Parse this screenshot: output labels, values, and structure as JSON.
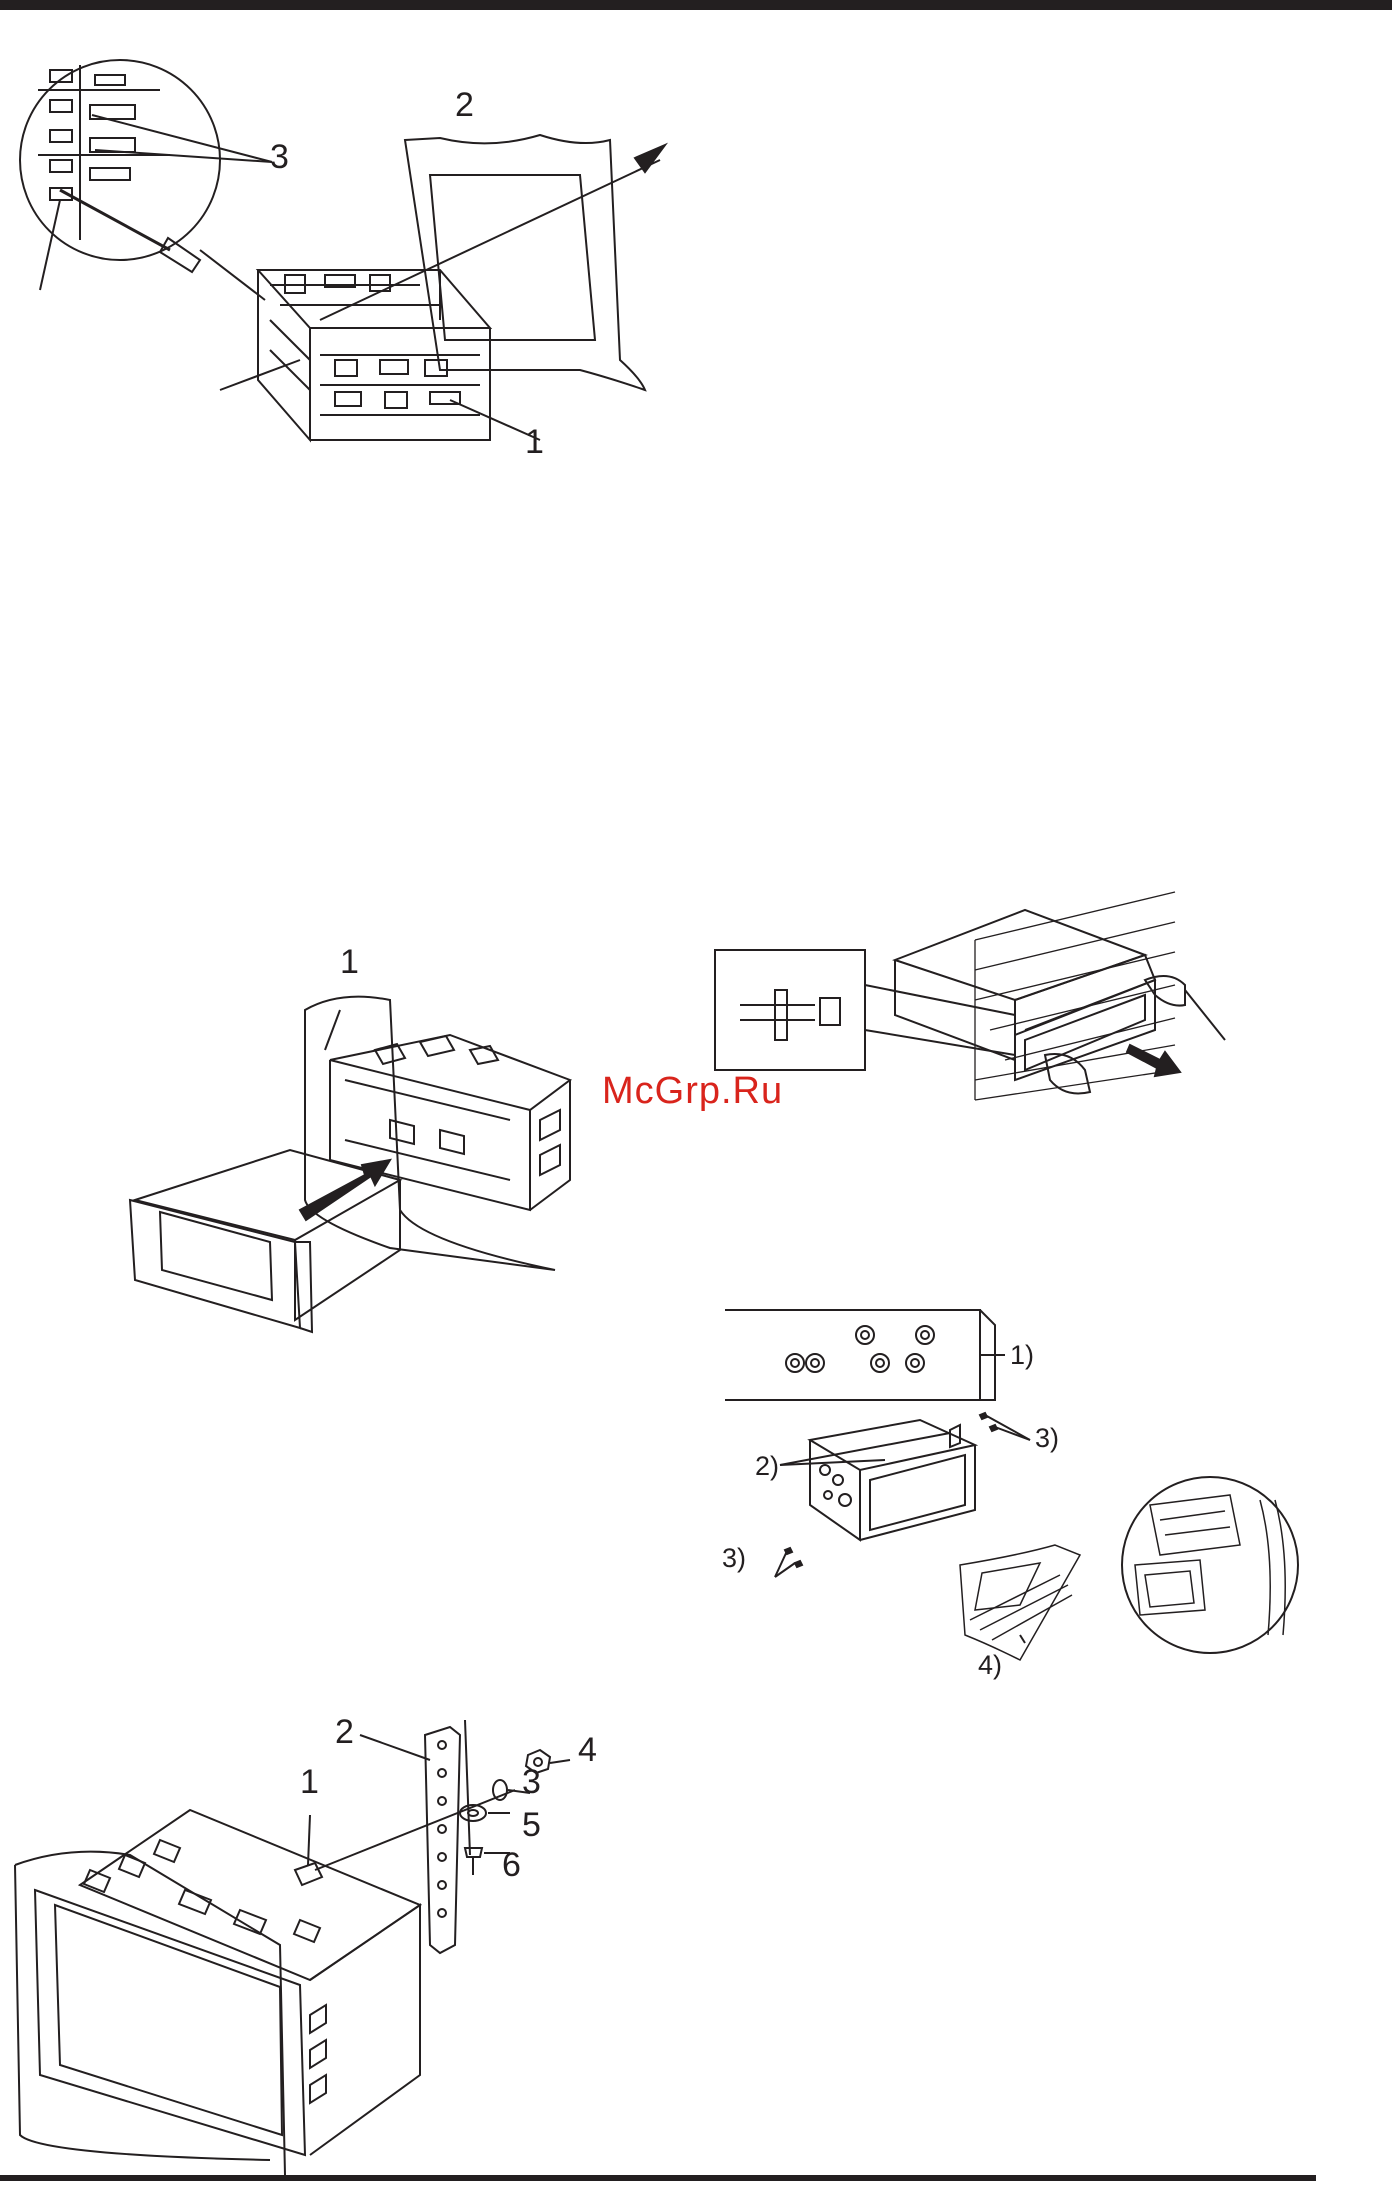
{
  "figure1": {
    "labels": [
      "1",
      "2",
      "3"
    ]
  },
  "figure2": {
    "labels": [
      "1"
    ]
  },
  "figure3": {
    "labels": [
      "1",
      "2",
      "3",
      "4",
      "5",
      "6"
    ]
  },
  "figure4": {
    "labels": []
  },
  "figure5": {
    "labels": [
      "1)",
      "2)",
      "3)",
      "3)",
      "4)"
    ]
  },
  "watermark": "McGrp.Ru",
  "colors": {
    "line": "#231f20",
    "watermark": "#d9241c"
  }
}
